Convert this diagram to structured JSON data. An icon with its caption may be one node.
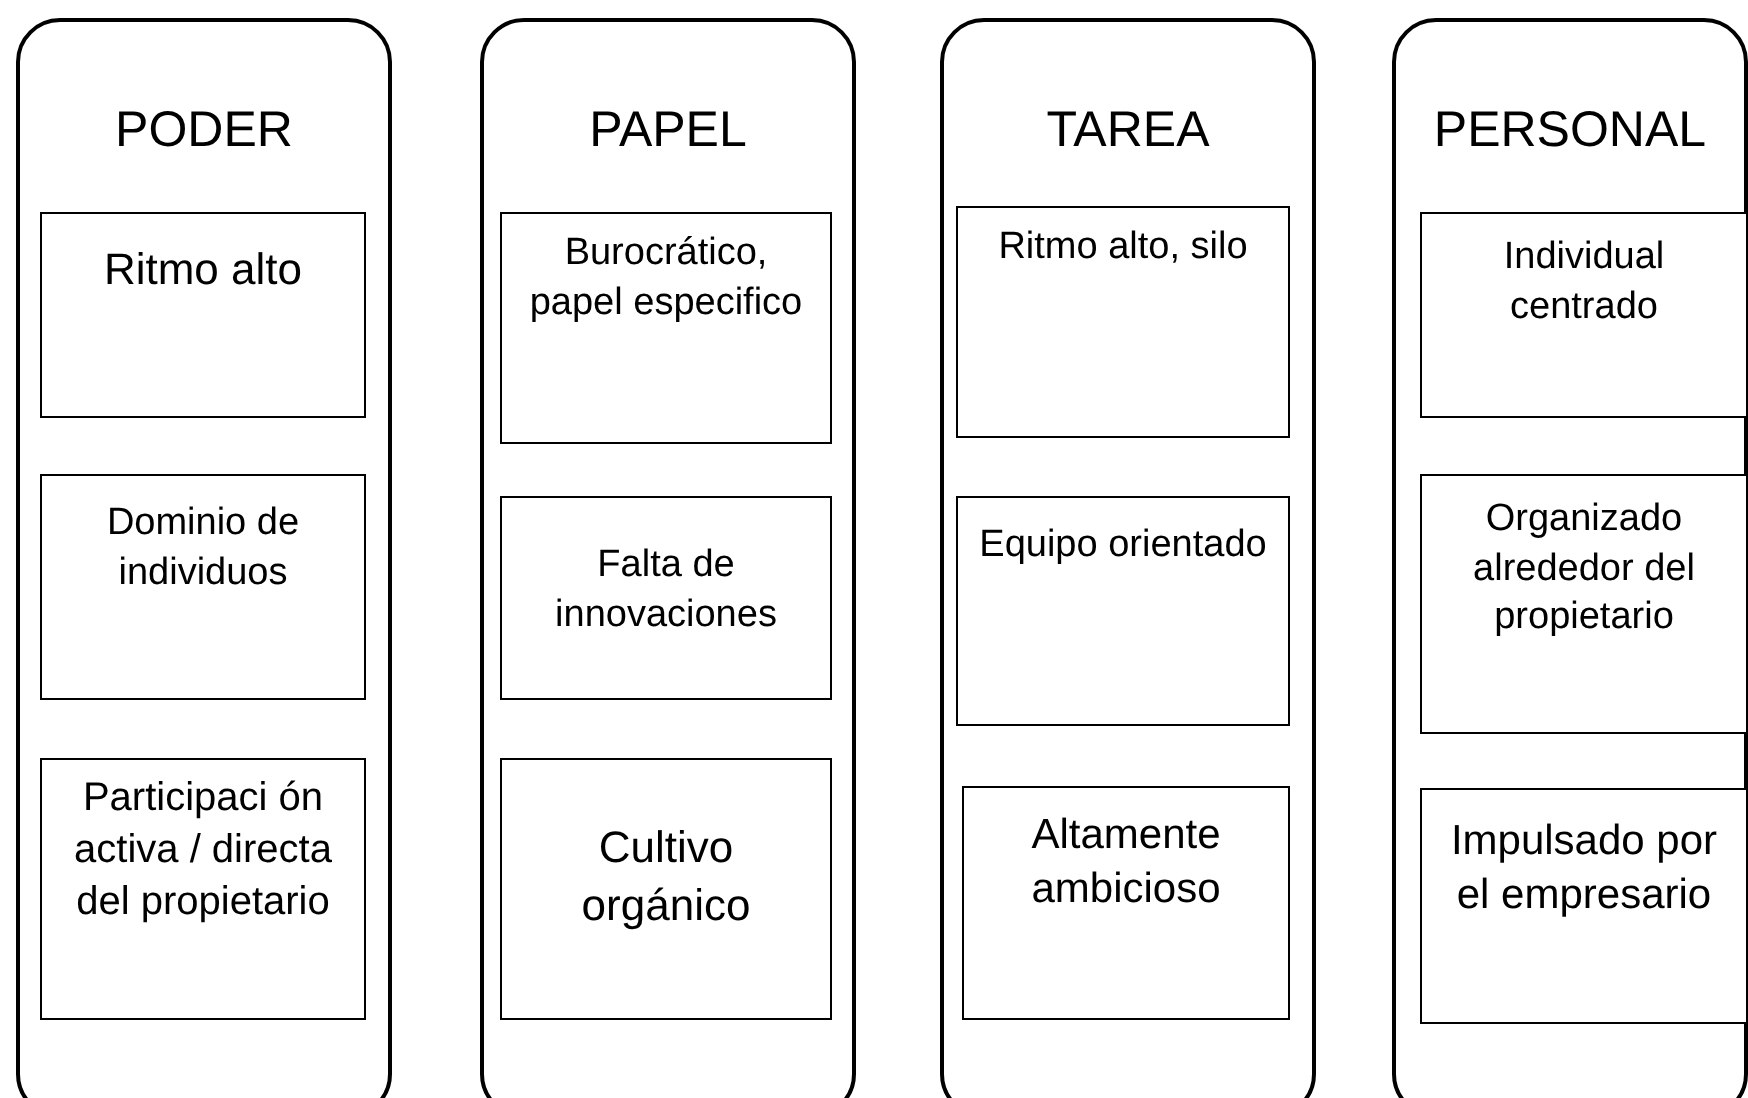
{
  "diagram": {
    "nodes": [
      {
        "text": [
          "PODER"
        ]
      },
      {
        "text": [
          "Ritmo alto"
        ],
        "in": 0
      },
      {
        "text": [
          "Dominio de individuos"
        ],
        "in": 0
      },
      {
        "text": [
          "Participaci ón activa / directa del propietario"
        ],
        "in": 0
      },
      {
        "text": [
          "PAPEL"
        ]
      },
      {
        "text": [
          "Burocrático, papel especifico"
        ],
        "in": 4
      },
      {
        "text": [
          "Falta de innovaciones"
        ],
        "in": 4
      },
      {
        "text": [
          "Cultivo orgánico"
        ],
        "in": 4
      },
      {
        "text": [
          "TAREA"
        ]
      },
      {
        "text": [
          "Ritmo alto, silo"
        ],
        "in": 8
      },
      {
        "text": [
          "Equipo orientado"
        ],
        "in": 8
      },
      {
        "text": [
          "Altamente ambicioso"
        ],
        "in": 8
      },
      {
        "text": [
          "PERSONAL"
        ]
      },
      {
        "text": [
          "Individual centrado"
        ],
        "in": 12
      },
      {
        "text": [
          "Organizado alrededor del propietario"
        ],
        "in": 12
      },
      {
        "text": [
          "Impulsado por el empresario"
        ],
        "in": 12
      }
    ]
  }
}
